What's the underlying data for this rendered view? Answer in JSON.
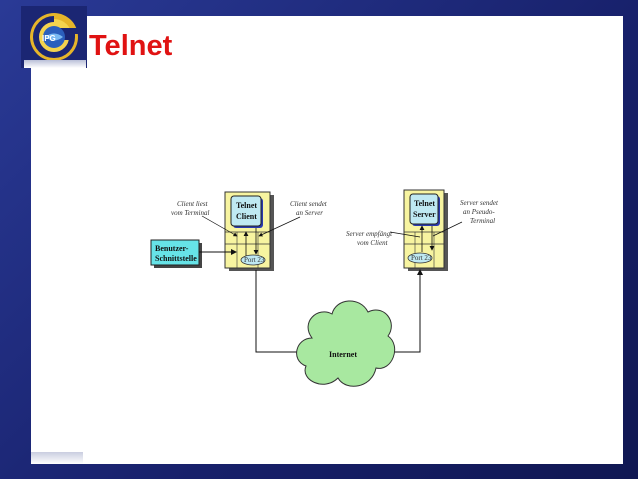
{
  "slide": {
    "title": "Telnet"
  },
  "logo": {
    "text": "IPG"
  },
  "diagram": {
    "client": {
      "line1": "Telnet",
      "line2": "Client",
      "port": "Port 23"
    },
    "server": {
      "line1": "Telnet",
      "line2": "Server",
      "port": "Port 23"
    },
    "ui_box": {
      "line1": "Benutzer-",
      "line2": "Schnittstelle"
    },
    "client_reads": {
      "line1": "Client liest",
      "line2": "vom Terminal"
    },
    "client_sends": {
      "line1": "Client sendet",
      "line2": "an Server"
    },
    "server_receives": {
      "line1": "Server empfängt",
      "line2": "vom Client"
    },
    "server_sends": {
      "line1": "Server sendet",
      "line2": "an Pseudo-",
      "line3": "Terminal"
    },
    "cloud": {
      "label": "Internet"
    }
  },
  "colors": {
    "frame": "#1b2673",
    "title": "#e01212",
    "box_fill": "#f7f4a0",
    "inner_fill": "#bfe9f2",
    "ui_fill": "#66e3e7",
    "cloud_fill": "#a8e8a0"
  }
}
